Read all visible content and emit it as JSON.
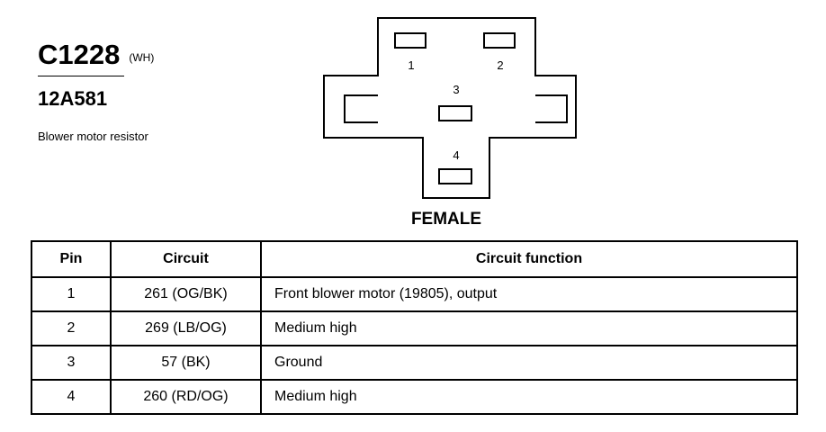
{
  "connector": {
    "id": "C1228",
    "color_code": "(WH)",
    "part_number": "12A581",
    "description": "Blower motor resistor",
    "view_label": "FEMALE",
    "pin_labels": [
      "1",
      "2",
      "3",
      "4"
    ]
  },
  "table": {
    "headers": [
      "Pin",
      "Circuit",
      "Circuit function"
    ],
    "rows": [
      {
        "pin": "1",
        "circuit": "261 (OG/BK)",
        "function": "Front blower motor (19805), output"
      },
      {
        "pin": "2",
        "circuit": "269 (LB/OG)",
        "function": "Medium high"
      },
      {
        "pin": "3",
        "circuit": "57 (BK)",
        "function": "Ground"
      },
      {
        "pin": "4",
        "circuit": "260 (RD/OG)",
        "function": "Medium high"
      }
    ]
  }
}
